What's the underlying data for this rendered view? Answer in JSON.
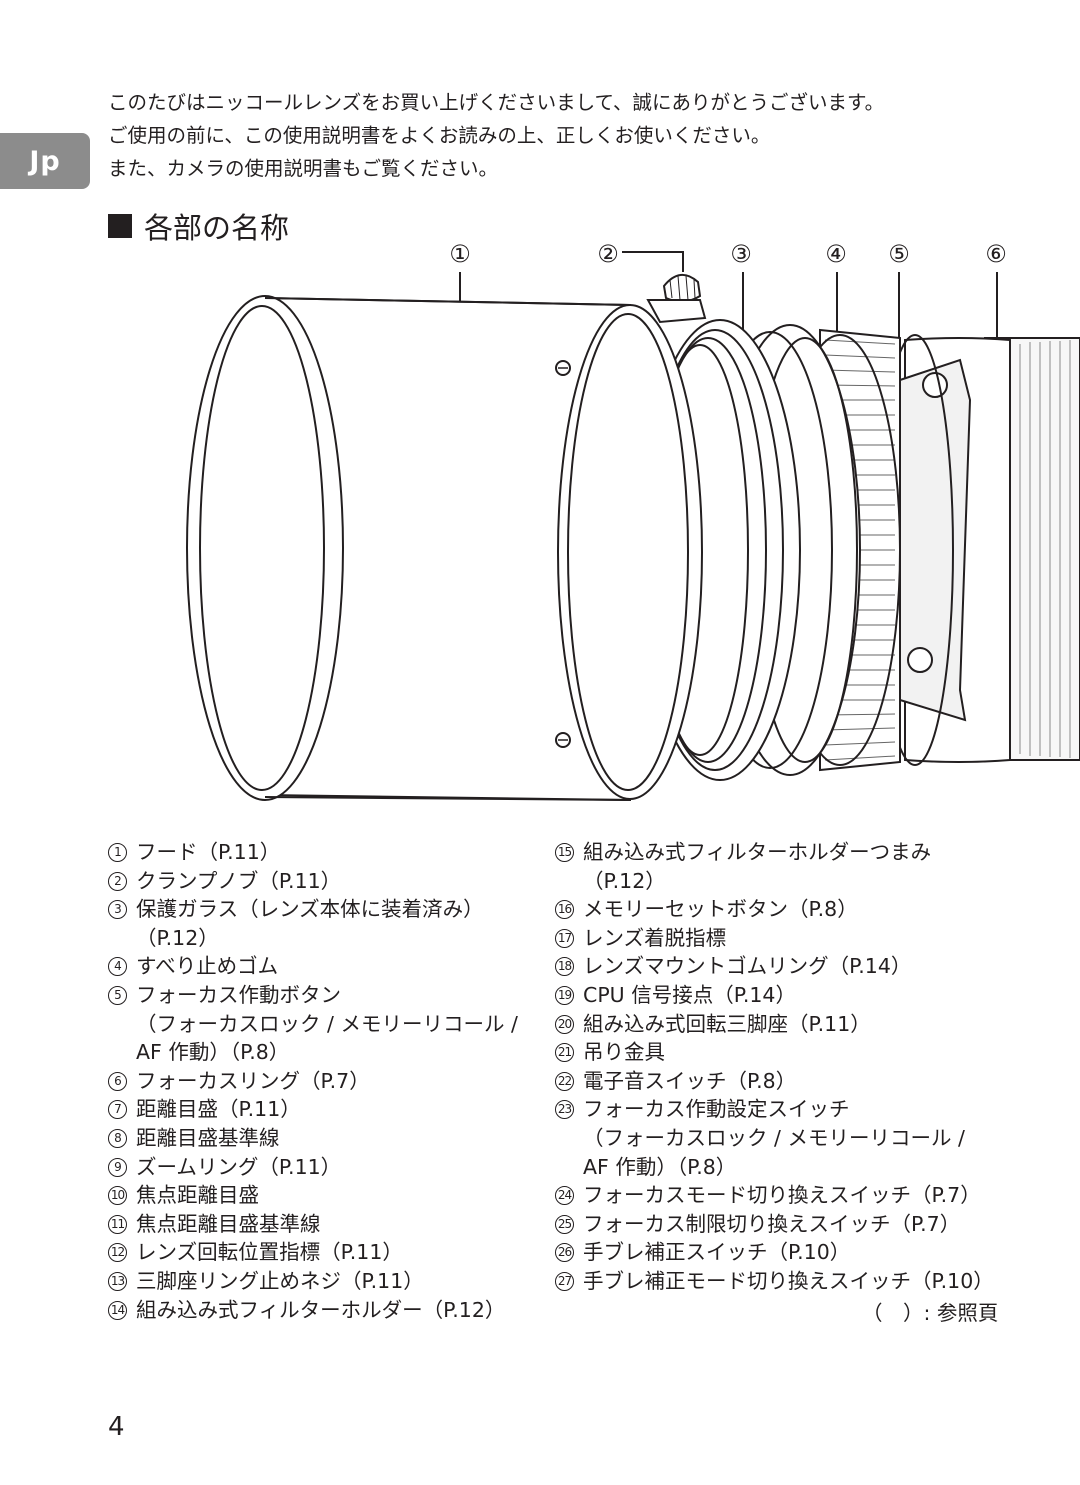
{
  "language_tab": "Jp",
  "intro": [
    "このたびはニッコールレンズをお買い上げくださいまして、誠にありがとうございます。",
    "ご使用の前に、この使用説明書をよくお読みの上、正しくお使いください。",
    "また、カメラの使用説明書もご覧ください。"
  ],
  "section_title": "各部の名称",
  "callouts": [
    "①",
    "②",
    "③",
    "④",
    "⑤",
    "⑥"
  ],
  "parts_left": [
    {
      "num": "1",
      "lines": [
        "フード（P.11）"
      ]
    },
    {
      "num": "2",
      "lines": [
        "クランプノブ（P.11）"
      ]
    },
    {
      "num": "3",
      "lines": [
        "保護ガラス（レンズ本体に装着済み）",
        "（P.12）"
      ]
    },
    {
      "num": "4",
      "lines": [
        "すべり止めゴム"
      ]
    },
    {
      "num": "5",
      "lines": [
        "フォーカス作動ボタン",
        "（フォーカスロック / メモリーリコール /",
        "AF 作動）（P.8）"
      ]
    },
    {
      "num": "6",
      "lines": [
        "フォーカスリング（P.7）"
      ]
    },
    {
      "num": "7",
      "lines": [
        "距離目盛（P.11）"
      ]
    },
    {
      "num": "8",
      "lines": [
        "距離目盛基準線"
      ]
    },
    {
      "num": "9",
      "lines": [
        "ズームリング（P.11）"
      ]
    },
    {
      "num": "10",
      "lines": [
        "焦点距離目盛"
      ]
    },
    {
      "num": "11",
      "lines": [
        "焦点距離目盛基準線"
      ]
    },
    {
      "num": "12",
      "lines": [
        "レンズ回転位置指標（P.11）"
      ]
    },
    {
      "num": "13",
      "lines": [
        "三脚座リング止めネジ（P.11）"
      ]
    },
    {
      "num": "14",
      "lines": [
        "組み込み式フィルターホルダー（P.12）"
      ]
    }
  ],
  "parts_right": [
    {
      "num": "15",
      "lines": [
        "組み込み式フィルターホルダーつまみ",
        "（P.12）"
      ]
    },
    {
      "num": "16",
      "lines": [
        "メモリーセットボタン（P.8）"
      ]
    },
    {
      "num": "17",
      "lines": [
        "レンズ着脱指標"
      ]
    },
    {
      "num": "18",
      "lines": [
        "レンズマウントゴムリング（P.14）"
      ]
    },
    {
      "num": "19",
      "lines": [
        "CPU 信号接点（P.14）"
      ]
    },
    {
      "num": "20",
      "lines": [
        "組み込み式回転三脚座（P.11）"
      ]
    },
    {
      "num": "21",
      "lines": [
        "吊り金具"
      ]
    },
    {
      "num": "22",
      "lines": [
        "電子音スイッチ（P.8）"
      ]
    },
    {
      "num": "23",
      "lines": [
        "フォーカス作動設定スイッチ",
        "（フォーカスロック / メモリーリコール /",
        "AF 作動）（P.8）"
      ]
    },
    {
      "num": "24",
      "lines": [
        "フォーカスモード切り換えスイッチ（P.7）"
      ]
    },
    {
      "num": "25",
      "lines": [
        "フォーカス制限切り換えスイッチ（P.7）"
      ]
    },
    {
      "num": "26",
      "lines": [
        "手ブレ補正スイッチ（P.10）"
      ]
    },
    {
      "num": "27",
      "lines": [
        "手ブレ補正モード切り換えスイッチ（P.10）"
      ]
    }
  ],
  "legend_note": "（　）: 参照頁",
  "page_number": "4"
}
